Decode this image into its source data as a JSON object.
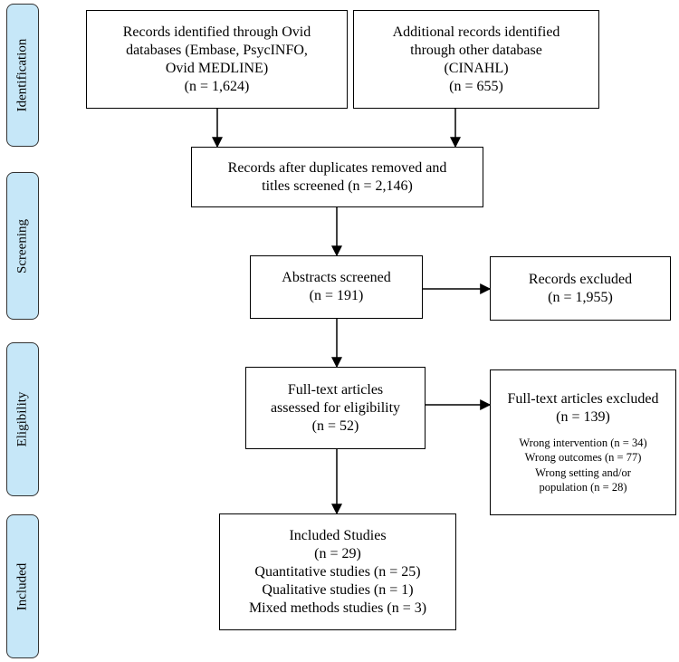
{
  "phases": {
    "identification": "Identification",
    "screening": "Screening",
    "eligibility": "Eligibility",
    "included": "Included"
  },
  "boxes": {
    "ovid": [
      "Records identified through Ovid",
      "databases (Embase, PsycINFO,",
      "Ovid MEDLINE)",
      "(n = 1,624)"
    ],
    "other": [
      "Additional records identified",
      "through other database",
      "(CINAHL)",
      "(n = 655)"
    ],
    "dedup": [
      "Records after duplicates removed and",
      "titles screened (n = 2,146)"
    ],
    "abstracts": [
      "Abstracts screened",
      "(n = 191)"
    ],
    "excluded_records": [
      "Records excluded",
      "(n = 1,955)"
    ],
    "fulltext": [
      "Full-text articles",
      "assessed for eligibility",
      "(n = 52)"
    ],
    "fulltext_excluded": {
      "lines": [
        "Full-text articles excluded",
        "(n = 139)"
      ],
      "reasons": [
        "Wrong intervention (n = 34)",
        "Wrong outcomes (n = 77)",
        "Wrong setting and/or",
        "population (n = 28)"
      ]
    },
    "included": [
      "Included Studies",
      "(n = 29)",
      "Quantitative studies (n = 25)",
      "Qualitative studies (n = 1)",
      "Mixed methods studies (n = 3)"
    ]
  }
}
